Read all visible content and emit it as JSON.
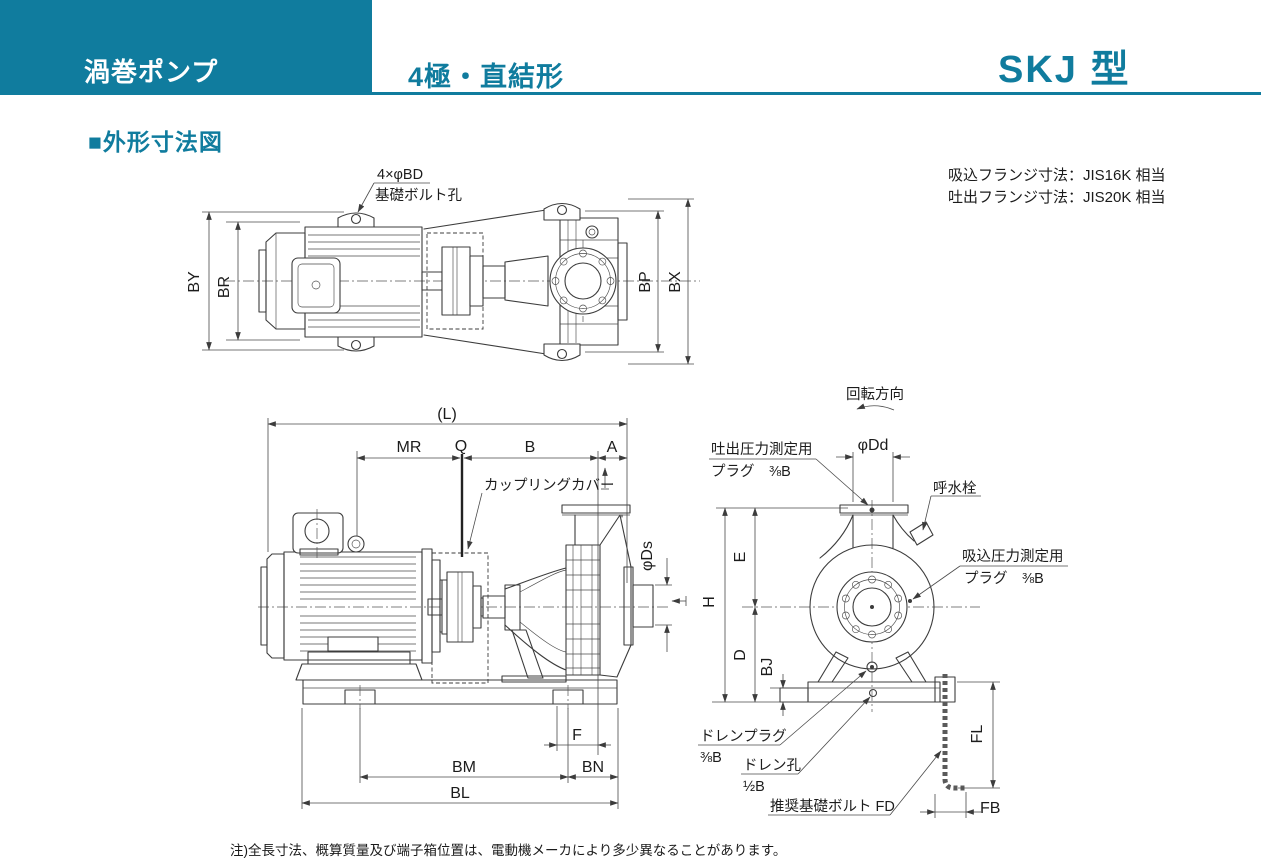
{
  "colors": {
    "accent": "#107c9e",
    "line": "#3c3c3c"
  },
  "header": {
    "category": "渦巻ポンプ",
    "subtitle": "4極・直結形",
    "model": "SKJ 型"
  },
  "section": {
    "title": "■外形寸法図"
  },
  "notes": {
    "suction_flange": "吸込フランジ寸法：JIS16K 相当",
    "discharge_flange": "吐出フランジ寸法：JIS20K 相当"
  },
  "top_view": {
    "label_bd": "4×φBD",
    "label_bolt_hole": "基礎ボルト孔",
    "dim_by": "BY",
    "dim_br": "BR",
    "dim_bp": "BP",
    "dim_bx": "BX"
  },
  "side_view": {
    "dim_l": "(L)",
    "dim_mr": "MR",
    "dim_q": "Q",
    "dim_b": "B",
    "dim_a": "A",
    "label_coupling_cover": "カップリングカバー",
    "dim_ds": "φDs",
    "dim_f": "F",
    "dim_bm": "BM",
    "dim_bn": "BN",
    "dim_bl": "BL"
  },
  "end_view": {
    "label_rotation": "回転方向",
    "discharge_plug_1": "吐出圧力測定用",
    "discharge_plug_2": "プラグ　⅜B",
    "dim_dd": "φDd",
    "label_priming": "呼水栓",
    "suction_plug_1": "吸込圧力測定用",
    "suction_plug_2": "プラグ　⅜B",
    "dim_e": "E",
    "dim_h": "H",
    "dim_d": "D",
    "dim_bj": "BJ",
    "drain_plug_1": "ドレンプラグ",
    "drain_plug_2": "⅜B",
    "drain_hole_1": "ドレン孔",
    "drain_hole_2": "½B",
    "label_foundation_bolt": "推奨基礎ボルト FD",
    "dim_fl": "FL",
    "dim_fb": "FB"
  },
  "footnote": "注)全長寸法、概算質量及び端子箱位置は、電動機メーカにより多少異なることがあります。"
}
